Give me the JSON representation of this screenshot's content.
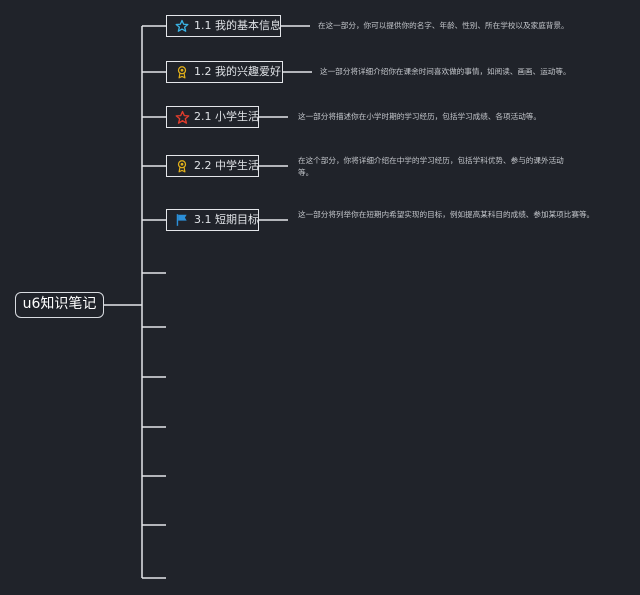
{
  "root": {
    "label": "u6知识笔记"
  },
  "branches": [
    {
      "label": "1.1 我的基本信息",
      "icon": "star-outline-icon",
      "icon_color": "#3ab4e6",
      "note": "在这一部分，你可以提供你的名字、年龄、性别、所在学校以及家庭背景。"
    },
    {
      "label": "1.2 我的兴趣爱好",
      "icon": "award-medal-icon",
      "icon_color": "#e3b11a",
      "note": "这一部分将详细介绍你在课余时间喜欢做的事情，如阅读、画画、运动等。"
    },
    {
      "label": "2.1 小学生活",
      "icon": "star-outline-icon",
      "icon_color": "#e03c2c",
      "note": "这一部分将描述你在小学时期的学习经历，包括学习成绩、各项活动等。"
    },
    {
      "label": "2.2 中学生活",
      "icon": "award-medal-icon",
      "icon_color": "#e3b11a",
      "note": "在这个部分，你将详细介绍在中学的学习经历，包括学科优势、参与的课外活动等。"
    },
    {
      "label": "3.1 短期目标",
      "icon": "flag-icon",
      "icon_color": "#2b8fd8",
      "note": "这一部分将列举你在短期内希望实现的目标，例如提高某科目的成绩、参加某项比赛等。"
    }
  ],
  "colors": {
    "background": "#20232a",
    "line": "#e4e6ea",
    "text": "#dfe2e6",
    "note_text": "#c4c7cc"
  }
}
